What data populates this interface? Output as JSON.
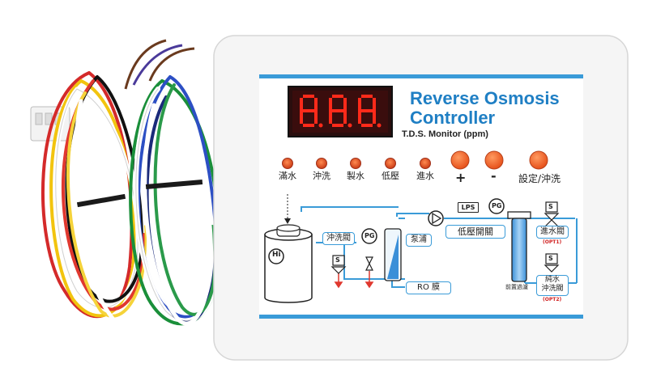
{
  "panel": {
    "title_line1": "Reverse Osmosis",
    "title_line2": "Controller",
    "display_digits": "8.8.8",
    "tds_label": "T.D.S. Monitor (ppm)"
  },
  "indicators": [
    {
      "label": "滿水"
    },
    {
      "label": "沖洗"
    },
    {
      "label": "製水"
    },
    {
      "label": "低壓"
    },
    {
      "label": "進水"
    }
  ],
  "buttons": {
    "plus": "+",
    "minus": "-",
    "set": "設定/沖洗"
  },
  "diagram": {
    "tank_label": "Hi",
    "flush_valve": "沖洗閥",
    "pg1": "PG",
    "pump": "泵浦",
    "lps": "LPS",
    "pg2": "PG",
    "low_pressure_switch": "低壓開關",
    "ro_membrane": "RO 膜",
    "valve_s1": "S",
    "valve_s2": "S",
    "valve_s3": "S",
    "inlet_valve": "進水閥",
    "opt1": "(OPT1)",
    "pure_flush_line1": "純水",
    "pure_flush_line2": "沖洗閥",
    "opt2": "(OPT2)",
    "prefilter": "前置過濾"
  },
  "colors": {
    "accent_blue": "#3a9bd8",
    "title_blue": "#1f7fc4",
    "led_orange": "#e8562a",
    "button_orange": "#f26a28",
    "display_red": "#ff2a1a"
  }
}
